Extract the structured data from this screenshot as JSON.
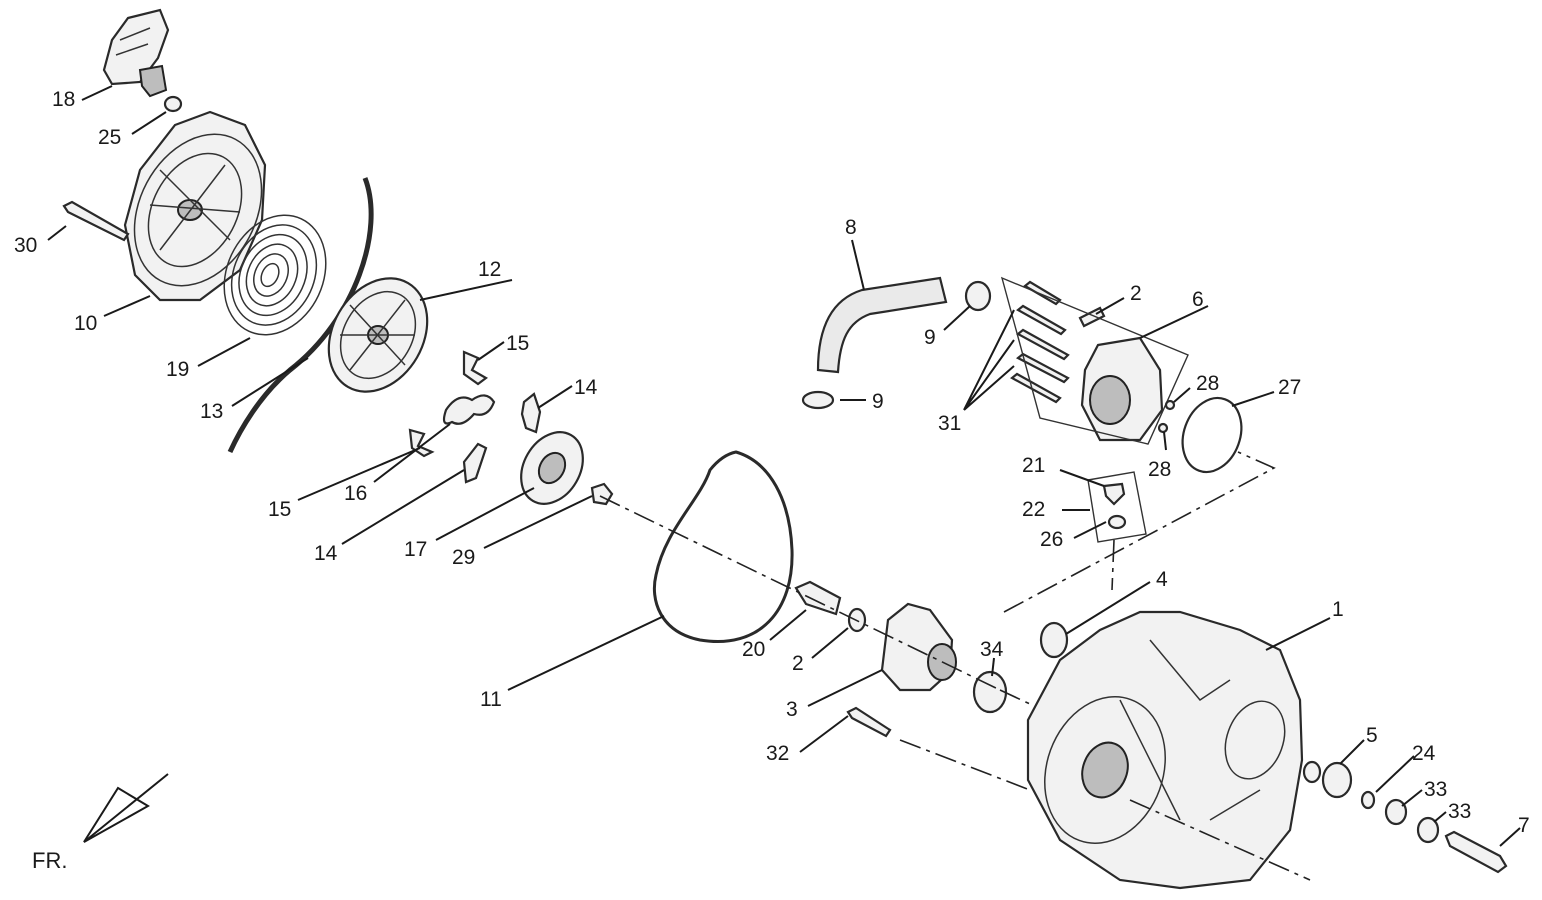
{
  "orientation_label": "FR.",
  "callouts": [
    {
      "id": "c18",
      "text": "18"
    },
    {
      "id": "c25",
      "text": "25"
    },
    {
      "id": "c30",
      "text": "30"
    },
    {
      "id": "c10",
      "text": "10"
    },
    {
      "id": "c19",
      "text": "19"
    },
    {
      "id": "c12",
      "text": "12"
    },
    {
      "id": "c13",
      "text": "13"
    },
    {
      "id": "c15a",
      "text": "15"
    },
    {
      "id": "c14a",
      "text": "14"
    },
    {
      "id": "c15b",
      "text": "15"
    },
    {
      "id": "c16",
      "text": "16"
    },
    {
      "id": "c14b",
      "text": "14"
    },
    {
      "id": "c17",
      "text": "17"
    },
    {
      "id": "c29",
      "text": "29"
    },
    {
      "id": "c8",
      "text": "8"
    },
    {
      "id": "c9a",
      "text": "9"
    },
    {
      "id": "c9b",
      "text": "9"
    },
    {
      "id": "c2a",
      "text": "2"
    },
    {
      "id": "c6",
      "text": "6"
    },
    {
      "id": "c31",
      "text": "31"
    },
    {
      "id": "c28a",
      "text": "28"
    },
    {
      "id": "c27",
      "text": "27"
    },
    {
      "id": "c28b",
      "text": "28"
    },
    {
      "id": "c21",
      "text": "21"
    },
    {
      "id": "c22",
      "text": "22"
    },
    {
      "id": "c26",
      "text": "26"
    },
    {
      "id": "c4",
      "text": "4"
    },
    {
      "id": "c1",
      "text": "1"
    },
    {
      "id": "c11",
      "text": "11"
    },
    {
      "id": "c20",
      "text": "20"
    },
    {
      "id": "c2b",
      "text": "2"
    },
    {
      "id": "c3",
      "text": "3"
    },
    {
      "id": "c34",
      "text": "34"
    },
    {
      "id": "c32",
      "text": "32"
    },
    {
      "id": "c5",
      "text": "5"
    },
    {
      "id": "c24",
      "text": "24"
    },
    {
      "id": "c33a",
      "text": "33"
    },
    {
      "id": "c33b",
      "text": "33"
    },
    {
      "id": "c7",
      "text": "7"
    }
  ]
}
